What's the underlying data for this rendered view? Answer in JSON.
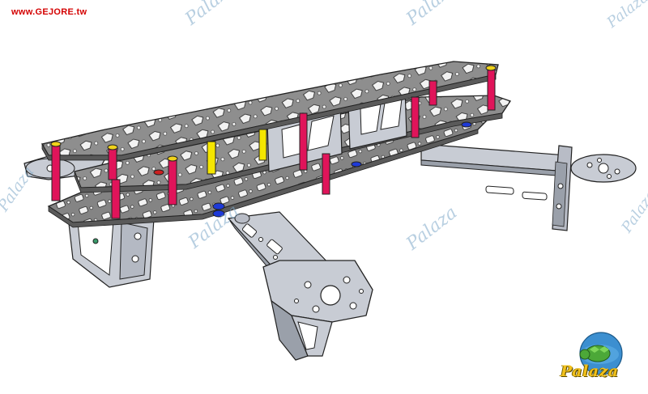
{
  "site_url": "www.GEJORE.tw",
  "watermark": "Palaza",
  "logo": {
    "text": "Palaza"
  },
  "colors": {
    "site_url": "#d40000",
    "watermark": "#7fa9c9",
    "carbon_plate": "#8e8e8e",
    "arm": "#c8ccd4",
    "standoff_red": "#e0145a",
    "standoff_yellow": "#f5e600",
    "nut_blue": "#1e3ad8",
    "nut_yellow": "#f0d21a",
    "nut_red": "#cc2020",
    "logo_globe": "#3c8fd0",
    "logo_turtle": "#4ca838"
  }
}
